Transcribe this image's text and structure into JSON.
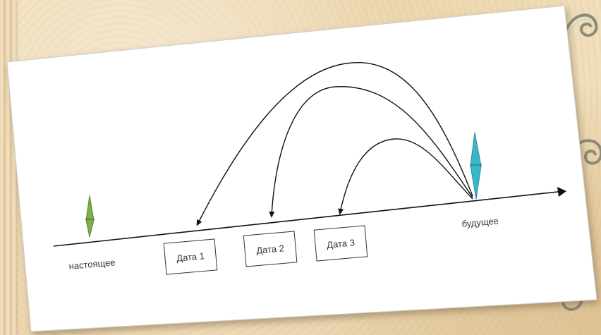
{
  "diagram": {
    "labels": {
      "present": "настоящее",
      "future": "будущее"
    },
    "dates": [
      "Дата 1",
      "Дата 2",
      "Дата 3"
    ],
    "colors": {
      "present_marker": "#7fae4c",
      "future_marker": "#3bb6c9",
      "line": "#111111",
      "paper": "#ffffff"
    }
  }
}
